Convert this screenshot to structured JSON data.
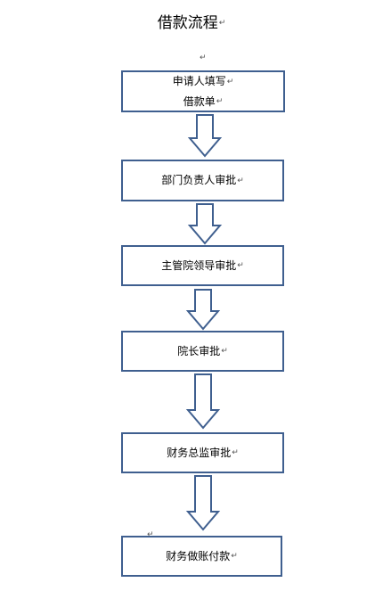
{
  "title": "借款流程",
  "para_mark": "↵",
  "steps": [
    {
      "lines": [
        "申请人填写",
        "借款单"
      ]
    },
    {
      "lines": [
        "部门负责人审批"
      ]
    },
    {
      "lines": [
        "主管院领导审批"
      ]
    },
    {
      "lines": [
        "院长审批"
      ]
    },
    {
      "lines": [
        "财务总监审批"
      ]
    },
    {
      "lines": [
        "财务做账付款"
      ]
    }
  ],
  "colors": {
    "border": "#3f5f8f",
    "arrow_fill": "#ffffff"
  }
}
